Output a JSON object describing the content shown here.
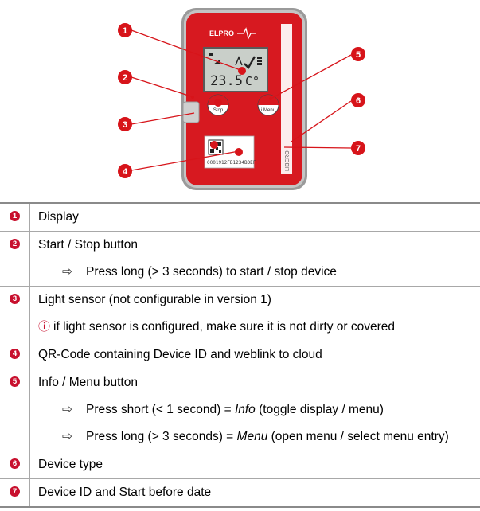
{
  "device": {
    "brand": "ELPRO",
    "display_icon": "arrow-alarm-check-battery-icons",
    "temperature_reading": "23.5",
    "temperature_unit": "C°",
    "start_stop_label": "Stop",
    "info_label": "i Menu",
    "device_id_label": "0001912FB1234BDEF",
    "device_type_label": "LIBERO",
    "colors": {
      "body": "#d71920",
      "frame": "#8e8e8e",
      "lcd": "#c9cfc9",
      "callout": "#d7141a"
    }
  },
  "callouts": [
    "1",
    "2",
    "3",
    "4",
    "5",
    "6",
    "7"
  ],
  "legend": [
    {
      "num": "1",
      "text": "Display"
    },
    {
      "num": "2",
      "text": "Start / Stop button",
      "sub": [
        {
          "text": "Press long (> 3 seconds) to start / stop device"
        }
      ]
    },
    {
      "num": "3",
      "text": "Light sensor (not configurable in version 1)",
      "note": "if light sensor is configured, make sure it is not dirty or covered"
    },
    {
      "num": "4",
      "text": "QR-Code containing Device ID and weblink to cloud"
    },
    {
      "num": "5",
      "text": "Info / Menu button",
      "sub": [
        {
          "pre": "Press short (< 1 second) = ",
          "em": "Info",
          "post": " (toggle display / menu)"
        },
        {
          "pre": "Press long (> 3 seconds) = ",
          "em": "Menu",
          "post": " (open menu / select menu entry)"
        }
      ]
    },
    {
      "num": "6",
      "text": "Device type"
    },
    {
      "num": "7",
      "text": "Device ID and Start before date"
    }
  ]
}
